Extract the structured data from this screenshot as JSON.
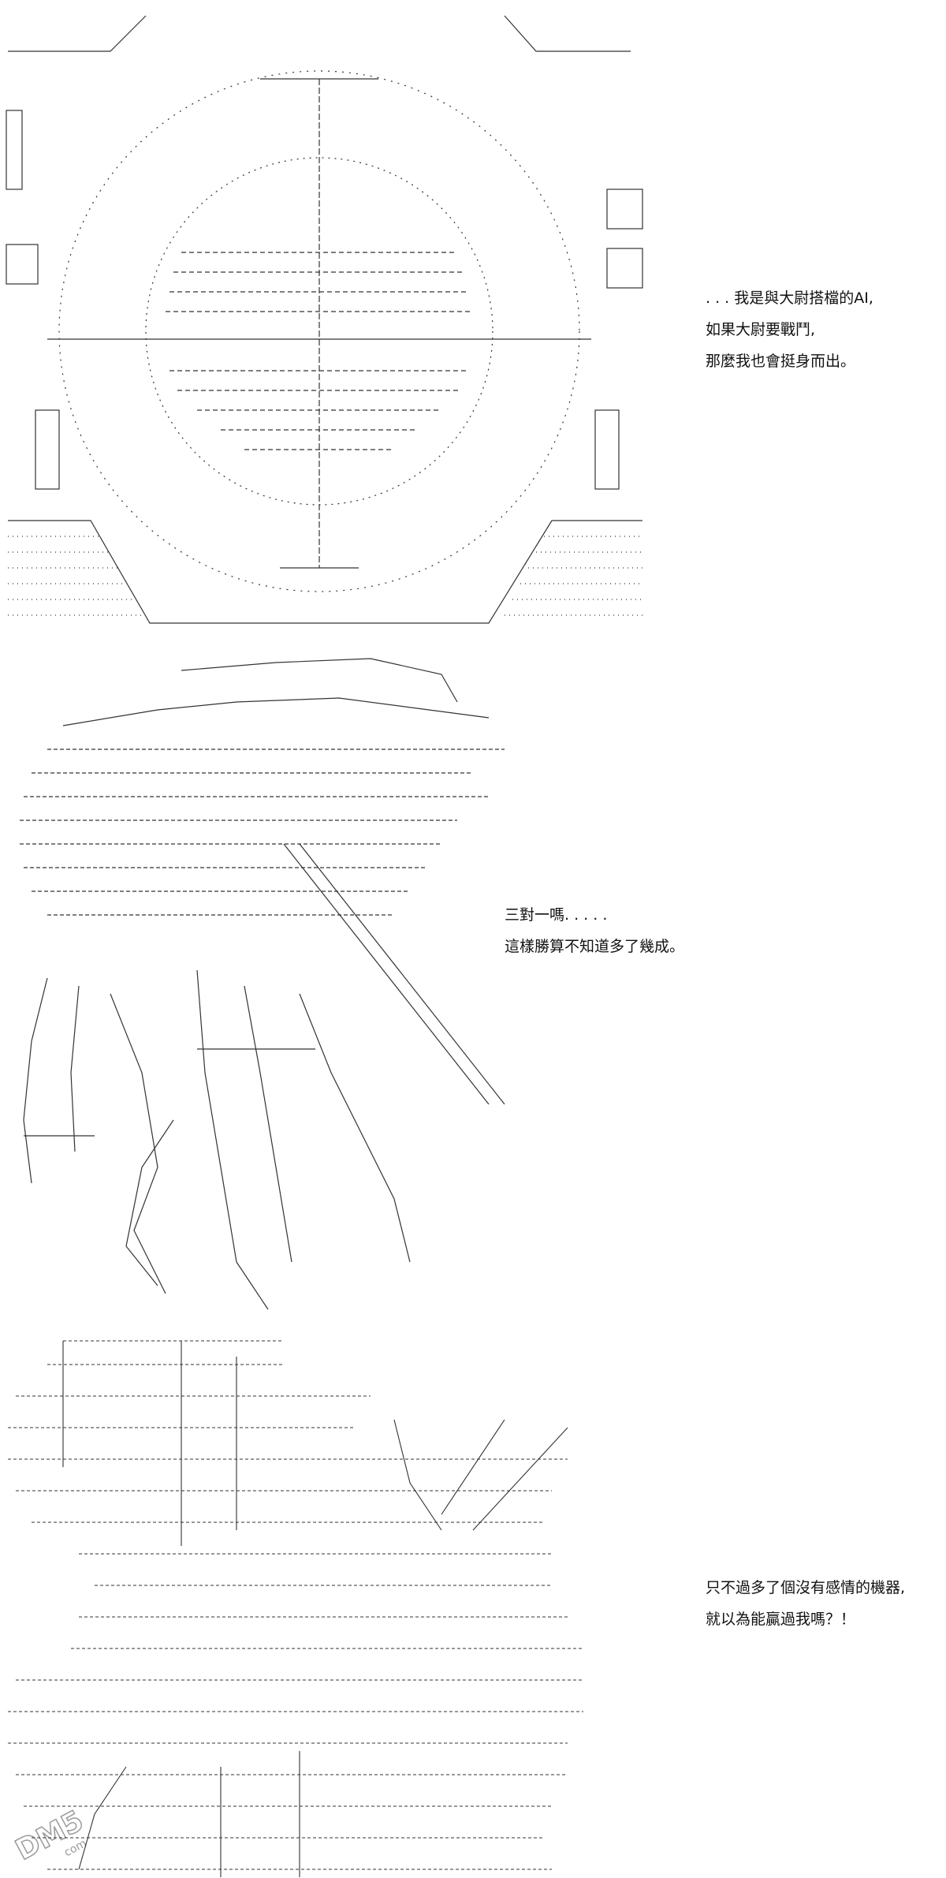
{
  "panels": [
    {
      "id": "panel-1",
      "art": "ascii-art-targeting-scope",
      "caption_lines": [
        ". . . 我是與大尉搭檔的AI,",
        "如果大尉要戰鬥,",
        "那麼我也會挺身而出。"
      ]
    },
    {
      "id": "panel-2",
      "art": "ascii-art-caped-robot-figure",
      "caption_lines": [
        "三對一嗎. . . . .",
        "這樣勝算不知道多了幾成。"
      ]
    },
    {
      "id": "panel-3",
      "art": "ascii-art-mech-battle-scene",
      "caption_lines": [
        "只不過多了個沒有感情的機器,",
        "就以為能贏過我嗎？！"
      ]
    }
  ],
  "watermark": {
    "icon": "dm5-watermark-icon",
    "text": "DM5",
    "subtext": "com"
  }
}
